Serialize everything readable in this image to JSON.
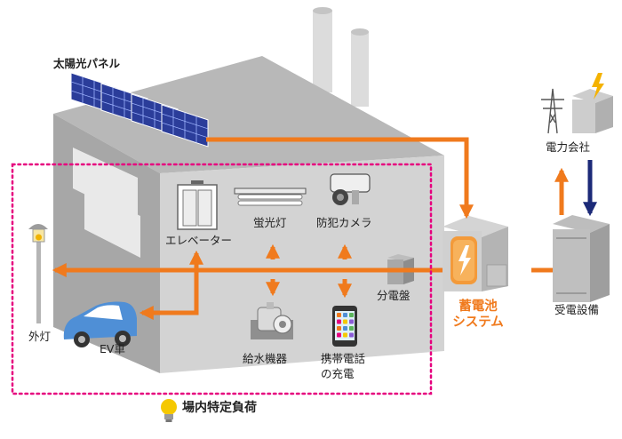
{
  "labels": {
    "solar_panel": "太陽光パネル",
    "elevator": "エレベーター",
    "fluorescent": "蛍光灯",
    "camera": "防犯カメラ",
    "distribution_board": "分電盤",
    "water_supply": "給水機器",
    "phone_line1": "携帯電話",
    "phone_line2": "の充電",
    "ev": "EV車",
    "street_light": "外灯",
    "battery_line1": "蓄電池",
    "battery_line2": "システム",
    "power_company": "電力会社",
    "receiving": "受電設備",
    "legend": "場内特定負荷"
  },
  "colors": {
    "flow": "#f07a1d",
    "grid_supply": "#1c2a78",
    "load_boundary": "#e6007e",
    "building": "#cfcfcf"
  },
  "icons": {
    "legend": "lightbulb-icon",
    "battery": "lightning-bolt-icon",
    "power_company": "lightning-bolt-icon"
  }
}
